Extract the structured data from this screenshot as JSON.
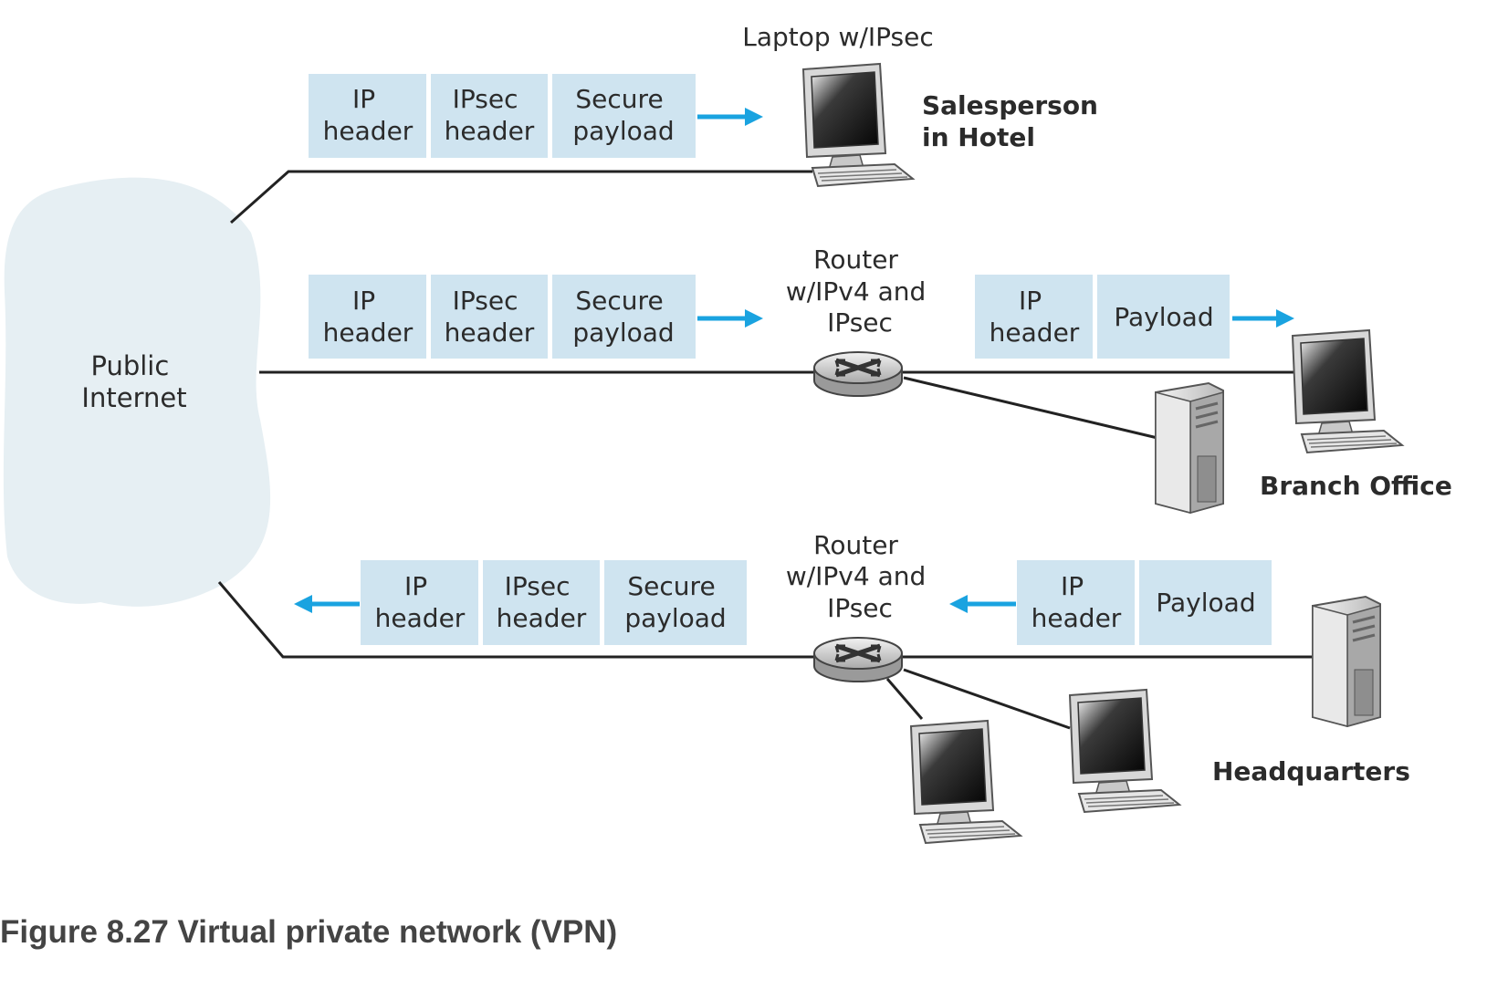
{
  "cloud": {
    "line1": "Public",
    "line2": "Internet"
  },
  "hotel": {
    "top_label": "Laptop w/IPsec",
    "site_line1": "Salesperson",
    "site_line2": "in Hotel",
    "packet": [
      {
        "line1": "IP",
        "line2": "header"
      },
      {
        "line1": "IPsec",
        "line2": "header"
      },
      {
        "line1": "Secure",
        "line2": "payload"
      }
    ]
  },
  "branch": {
    "router_line1": "Router",
    "router_line2": "w/IPv4 and",
    "router_line3": "IPsec",
    "site_label": "Branch Office",
    "packet_secure": [
      {
        "line1": "IP",
        "line2": "header"
      },
      {
        "line1": "IPsec",
        "line2": "header"
      },
      {
        "line1": "Secure",
        "line2": "payload"
      }
    ],
    "packet_plain": [
      {
        "line1": "IP",
        "line2": "header"
      },
      {
        "line1": "Payload"
      }
    ]
  },
  "hq": {
    "router_line1": "Router",
    "router_line2": "w/IPv4 and",
    "router_line3": "IPsec",
    "site_label": "Headquarters",
    "packet_secure": [
      {
        "line1": "IP",
        "line2": "header"
      },
      {
        "line1": "IPsec",
        "line2": "header"
      },
      {
        "line1": "Secure",
        "line2": "payload"
      }
    ],
    "packet_plain": [
      {
        "line1": "IP",
        "line2": "header"
      },
      {
        "line1": "Payload"
      }
    ]
  },
  "caption": "Figure 8.27 Virtual private network (VPN)",
  "colors": {
    "packet_fill": "#cfe4f0",
    "arrow": "#1aa3e0",
    "cloud": "#e6eff3",
    "line": "#222222"
  },
  "icons": [
    "laptop-icon",
    "router-icon",
    "server-icon",
    "desktop-computer-icon"
  ]
}
